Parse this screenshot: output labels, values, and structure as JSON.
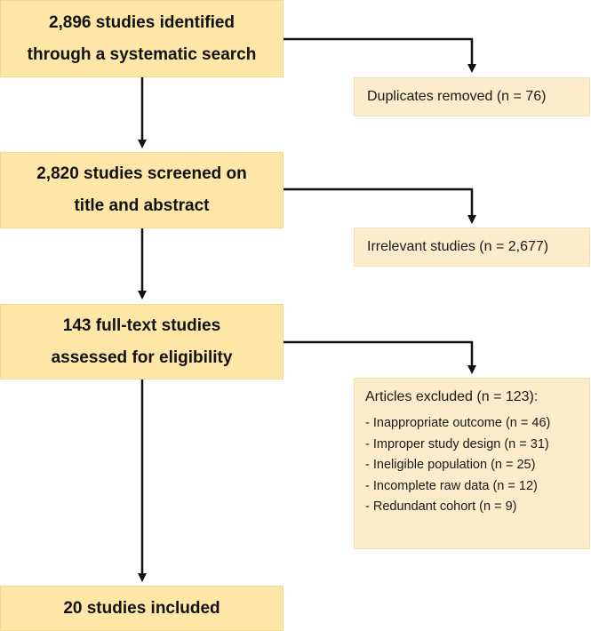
{
  "flow": {
    "identified": {
      "line1": "2,896 studies identified",
      "line2": "through a systematic search"
    },
    "screened": {
      "line1": "2,820 studies screened on",
      "line2": "title and abstract"
    },
    "assessed": {
      "line1": "143 full-text studies",
      "line2": "assessed for eligibility"
    },
    "included": {
      "line1": "20 studies included"
    }
  },
  "side": {
    "duplicates": "Duplicates removed (n = 76)",
    "irrelevant": "Irrelevant studies (n = 2,677)",
    "excluded": {
      "title": "Articles excluded (n = 123):",
      "items": [
        "- Inappropriate outcome (n = 46)",
        "- Improper study design (n = 31)",
        "- Ineligible population (n = 25)",
        "- Incomplete raw data (n = 12)",
        "- Redundant cohort (n = 9)"
      ]
    }
  },
  "colors": {
    "main_box": "#fde6a6",
    "side_box": "#fdeccc",
    "arrow": "#111111"
  }
}
